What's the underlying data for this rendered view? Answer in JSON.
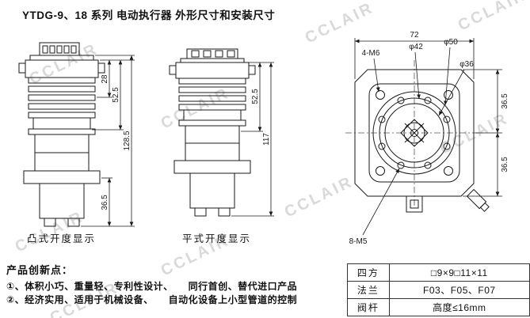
{
  "page": {
    "title": "YTDG-9、18 系列 电动执行器 外形尺寸和安装尺寸"
  },
  "watermark": {
    "text": "CCLAIR"
  },
  "views": {
    "left": {
      "caption": "凸式开度显示",
      "dims": {
        "h_top": "28",
        "h_mid": "52.5",
        "h_total": "128.5",
        "h_bottom": "36.5"
      }
    },
    "middle": {
      "caption": "平式开度显示",
      "dims": {
        "h_mid": "52.5",
        "h_total": "117"
      }
    },
    "right": {
      "dims": {
        "width": "72",
        "corner_holes": "4-M6",
        "circle_42": "φ42",
        "circle_50": "φ50",
        "circle_36": "φ36",
        "half_top": "36.5",
        "half_bottom": "36.5",
        "bolt_circle": "8-M5"
      }
    }
  },
  "notes": {
    "heading": "产品创新点：",
    "items": [
      "①、体积小巧、重量轻、专利性设计、　　同行首创、替代进口产品",
      "②、经济实用、适用于机械设备、　　自动化设备上小型管道的控制"
    ]
  },
  "spec_table": {
    "rows": [
      {
        "label": "四方",
        "value": "□9×9□11×11"
      },
      {
        "label": "法兰",
        "value": "F03、F05、F07"
      },
      {
        "label": "阀杆",
        "value": "高度≤16mm"
      }
    ]
  }
}
